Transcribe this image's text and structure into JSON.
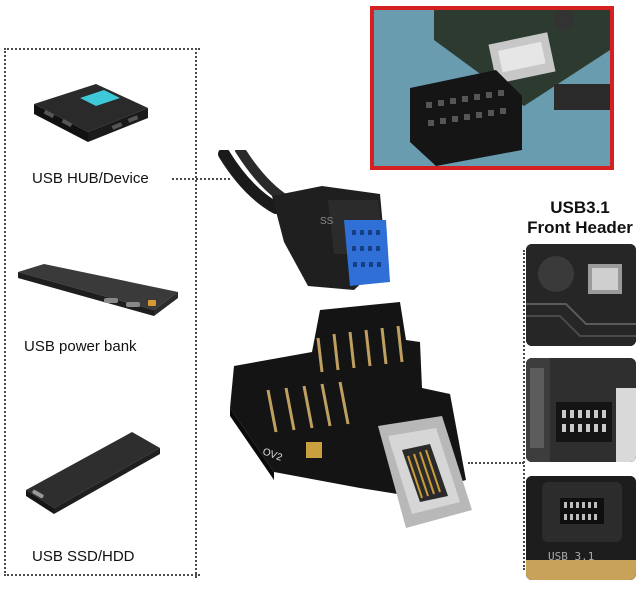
{
  "devices": {
    "hub_label": "USB HUB/Device",
    "powerbank_label": "USB power bank",
    "ssd_label": "USB SSD/HDD"
  },
  "header": {
    "line1": "USB3.1",
    "line2": "Front Header"
  },
  "connector": {
    "cable_logo": "SS",
    "board_text": "OV2",
    "thumb_text": "USB 3.1"
  },
  "colors": {
    "accent_red": "#d42020",
    "usb_blue": "#2f6fd6",
    "hub_cyan": "#3fc8d8"
  }
}
